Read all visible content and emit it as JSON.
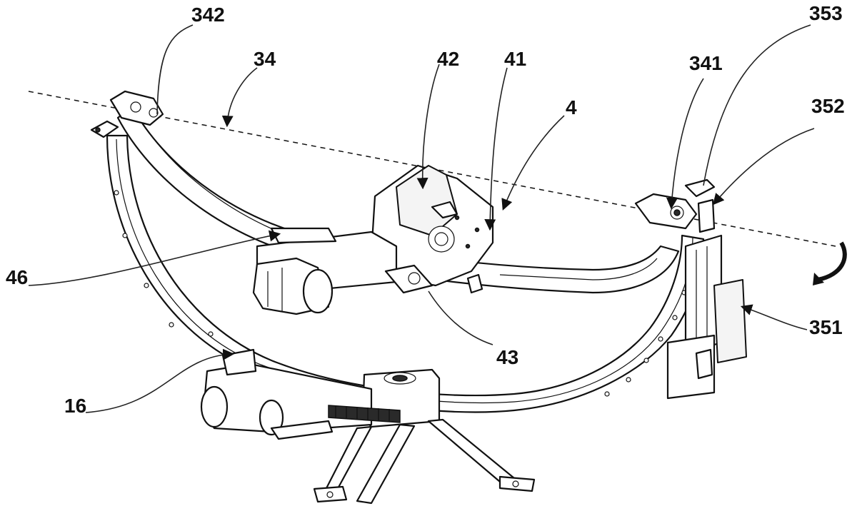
{
  "figure": {
    "labels": {
      "l342": "342",
      "l34": "34",
      "l42": "42",
      "l41": "41",
      "l4": "4",
      "l341": "341",
      "l353": "353",
      "l352": "352",
      "l351": "351",
      "l46": "46",
      "l43": "43",
      "l16": "16"
    },
    "colors": {
      "line": "#111111",
      "background": "#ffffff"
    },
    "icons": {
      "rotation_arrow": "curved-rotation-arrow-icon"
    }
  }
}
